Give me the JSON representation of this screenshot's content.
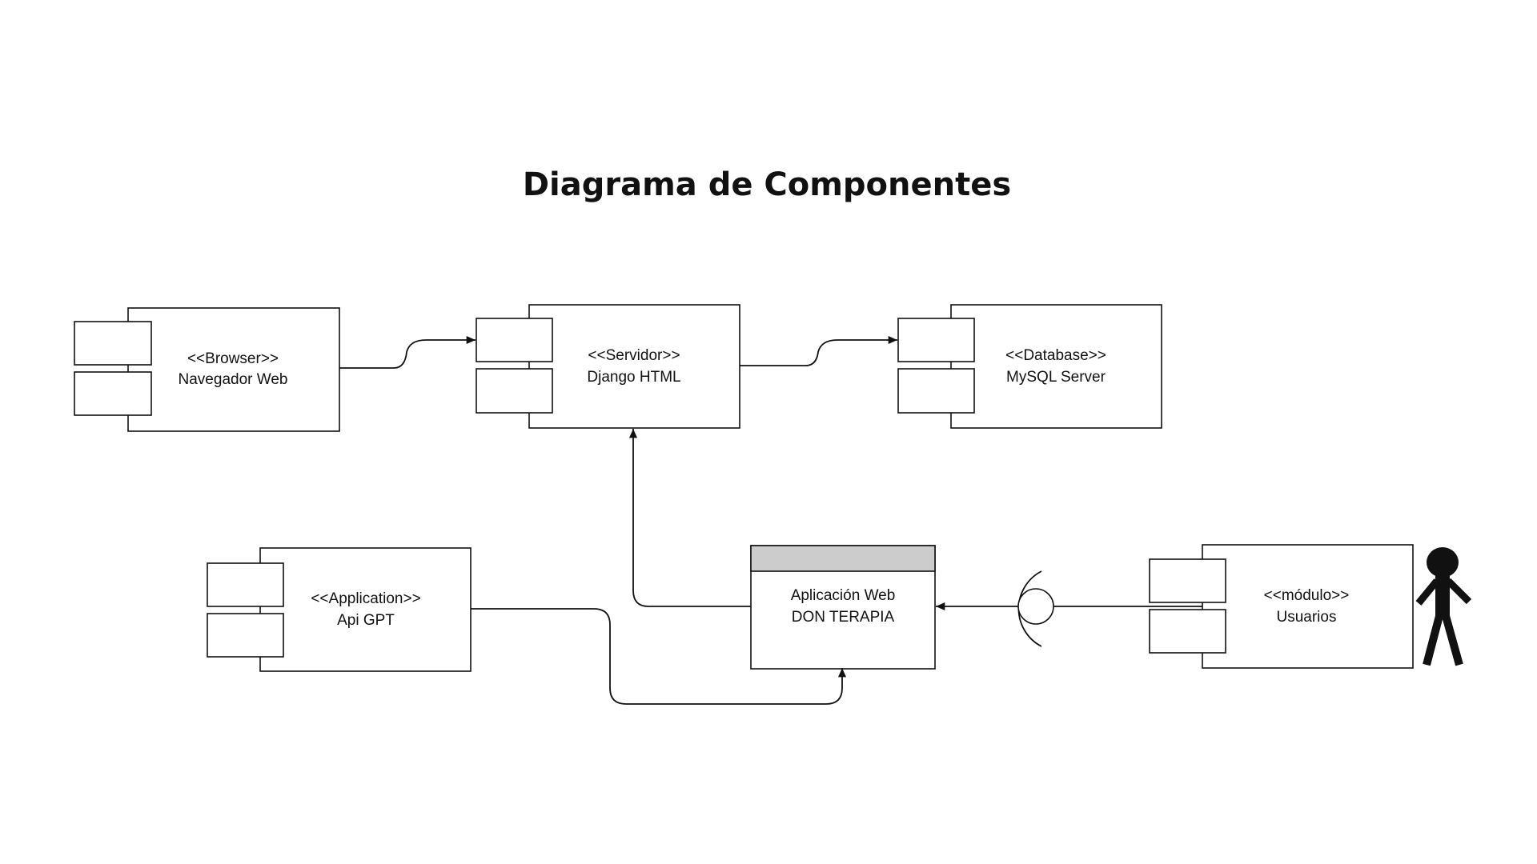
{
  "title": "Diagrama de Componentes",
  "components": {
    "browser": {
      "stereotype": "<<Browser>>",
      "name": "Navegador Web"
    },
    "servidor": {
      "stereotype": "<<Servidor>>",
      "name": "Django HTML"
    },
    "database": {
      "stereotype": "<<Database>>",
      "name": "MySQL Server"
    },
    "application": {
      "stereotype": "<<Application>>",
      "name": "Api GPT"
    },
    "webapp": {
      "line1": "Aplicación Web",
      "line2": "DON TERAPIA"
    },
    "modulo": {
      "stereotype": "<<módulo>>",
      "name": "Usuarios"
    }
  },
  "colors": {
    "line": "#111111",
    "header_fill": "#cccccc",
    "background": "#ffffff"
  }
}
